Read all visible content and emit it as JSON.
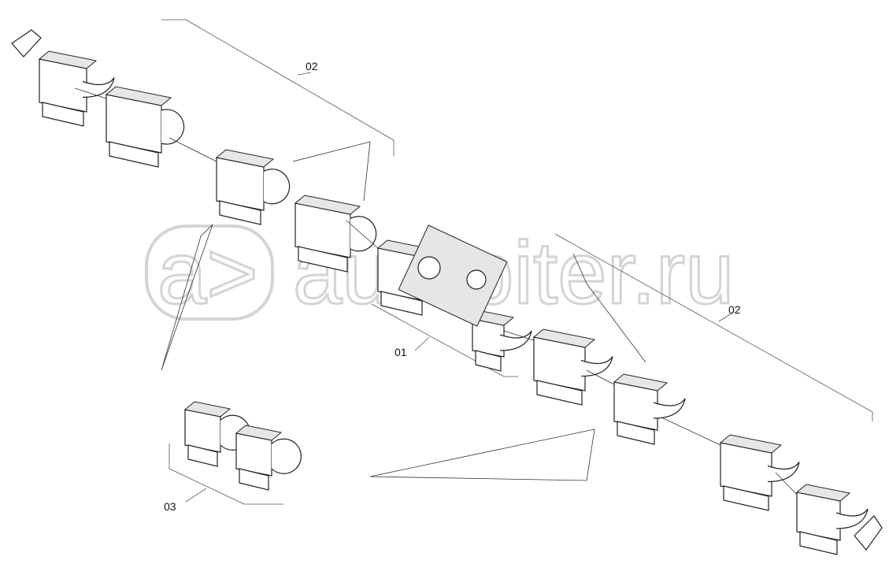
{
  "watermark": {
    "text": "autopiter.ru"
  },
  "callouts": [
    {
      "id": "02",
      "label": "02"
    },
    {
      "id": "02b",
      "label": "02"
    },
    {
      "id": "01",
      "label": "01"
    },
    {
      "id": "03",
      "label": "03"
    }
  ]
}
